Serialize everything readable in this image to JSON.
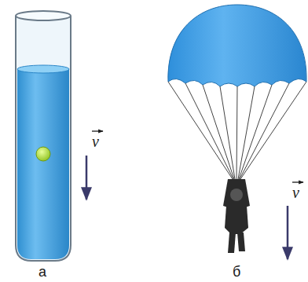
{
  "diagram": {
    "labels": [
      "v",
      "v",
      "а",
      "б"
    ]
  }
}
